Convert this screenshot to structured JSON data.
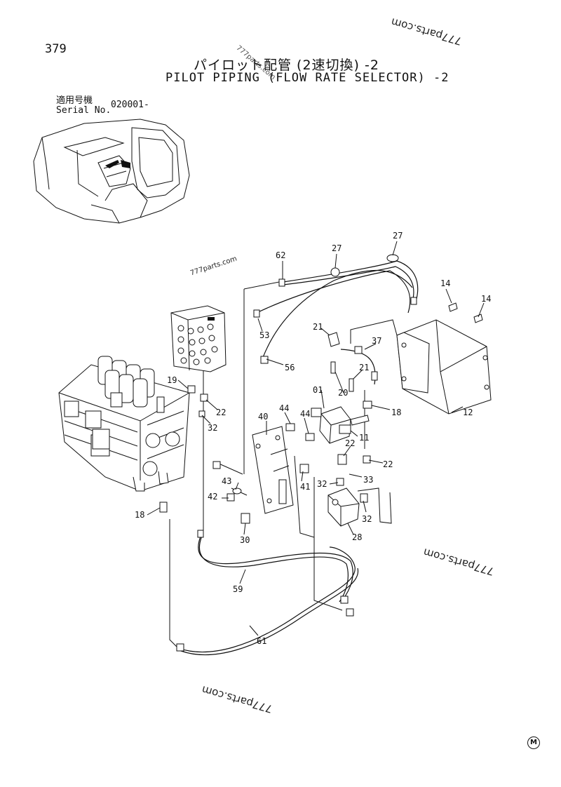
{
  "page_number": "379",
  "title_jp": "パイロット配管 (2速切換) -2",
  "title_en": "PILOT PIPING (FLOW RATE SELECTOR) -2",
  "serial": {
    "label_jp": "適用号機",
    "label_en": "Serial No.",
    "value": "020001-"
  },
  "watermarks": [
    "777parts.com",
    "777parts.com",
    "777parts.com",
    "777parts.com",
    "777parts.com"
  ],
  "mfr_mark": "M",
  "callouts": [
    "62",
    "27",
    "27",
    "14",
    "14",
    "53",
    "21",
    "37",
    "56",
    "21",
    "20",
    "01",
    "12",
    "19",
    "22",
    "18",
    "44",
    "44",
    "40",
    "32",
    "11",
    "22",
    "22",
    "33",
    "43",
    "41",
    "32",
    "42",
    "18",
    "32",
    "28",
    "30",
    "59",
    "61"
  ],
  "colors": {
    "ink": "#111111",
    "paper": "#ffffff"
  }
}
